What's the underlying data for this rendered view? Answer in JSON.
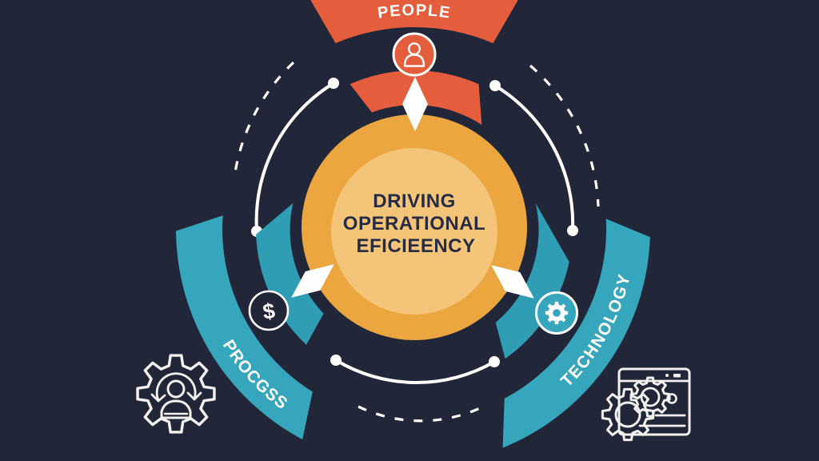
{
  "diagram": {
    "type": "infographic-cycle",
    "center": {
      "lines": [
        "DRIVING",
        "OPERATIONAL",
        "EFICIEENCY"
      ]
    },
    "segments": [
      {
        "label": "PEOPLE",
        "icon": "person-icon",
        "color": "#e45e3d"
      },
      {
        "label": "PROCGSS",
        "icon": "dollar-icon",
        "color": "#36a6bc"
      },
      {
        "label": "TECHNOLOGY",
        "icon": "gear-icon",
        "color": "#36a6bc"
      }
    ],
    "badges": {
      "dollar_symbol": "$"
    },
    "decorations": [
      "gear-person-icon",
      "browser-gears-icon"
    ]
  },
  "colors": {
    "background": "#212638",
    "people_orange": "#e45e3d",
    "teal": "#36a6bc",
    "teal_segment": "#2f9db4",
    "circle_outer": "#eba640",
    "circle_inner": "#f4c478",
    "center_text": "#272c45",
    "line_white": "#ffffff"
  }
}
